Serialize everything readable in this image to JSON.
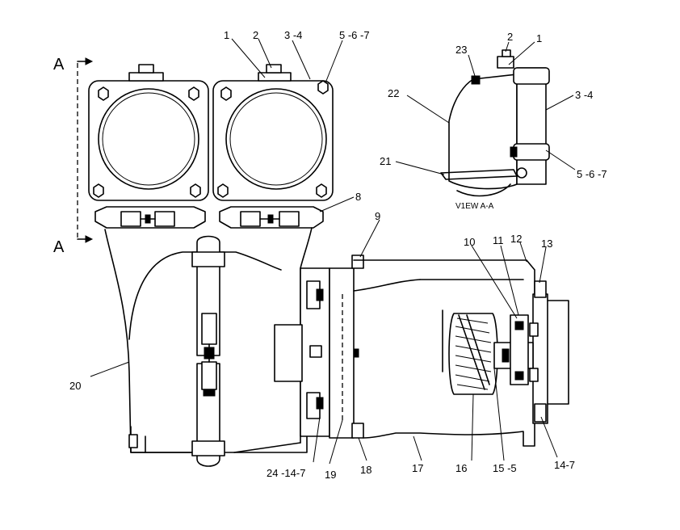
{
  "section": {
    "mark_top": "A",
    "mark_bottom": "A"
  },
  "view_label": "V1EW A-A",
  "callouts": {
    "c1": "1",
    "c2": "2",
    "c3_4": "3 -4",
    "c5_6_7": "5 -6 -7",
    "c8": "8",
    "c9": "9",
    "c10": "10",
    "c11": "11",
    "c12": "12",
    "c13": "13",
    "c14_7": "14-7",
    "c15_5": "15 -5",
    "c16": "16",
    "c17": "17",
    "c18": "18",
    "c19": "19",
    "c20": "20",
    "c24_14_7": "24 -14-7",
    "v2": "2",
    "v1": "1",
    "v23": "23",
    "v22": "22",
    "v3_4": "3 -4",
    "v21": "21",
    "v5_6_7": "5 -6 -7"
  }
}
